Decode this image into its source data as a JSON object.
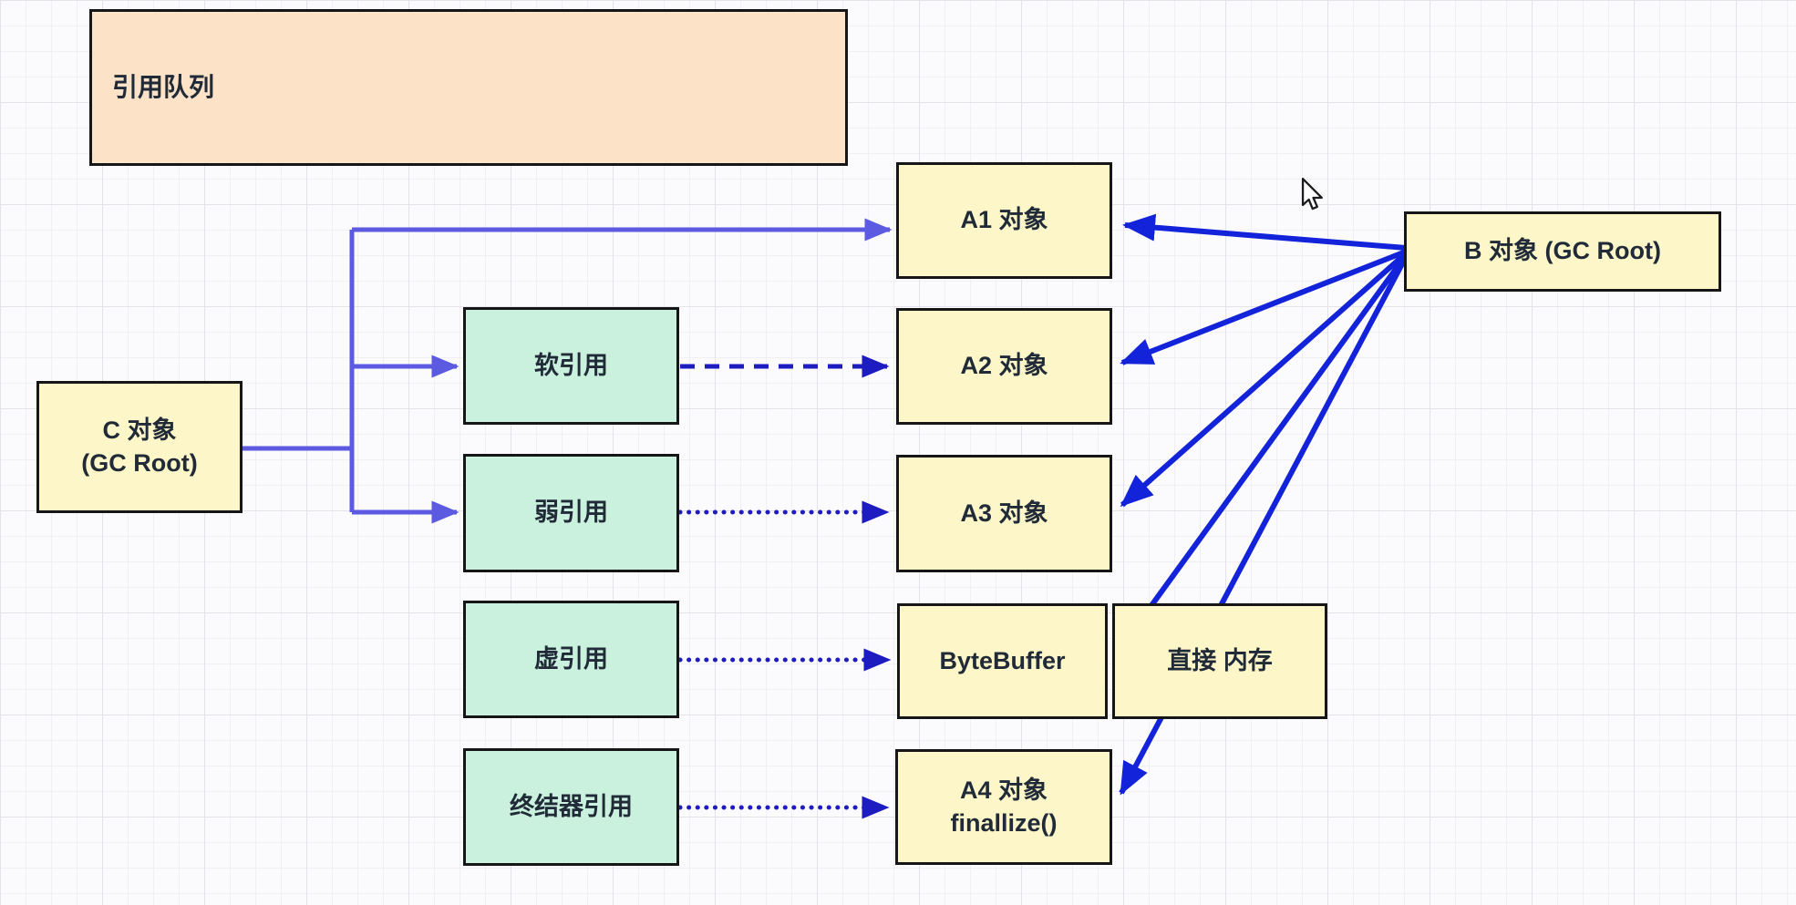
{
  "nodes": {
    "reference_queue": {
      "label": "引用队列"
    },
    "c_object": {
      "label_line1": "C 对象",
      "label_line2": "(GC Root)"
    },
    "soft_reference": {
      "label": "软引用"
    },
    "weak_reference": {
      "label": "弱引用"
    },
    "phantom_reference": {
      "label": "虚引用"
    },
    "finalizer_reference": {
      "label": "终结器引用"
    },
    "a1_object": {
      "label": "A1 对象"
    },
    "a2_object": {
      "label": "A2 对象"
    },
    "a3_object": {
      "label": "A3 对象"
    },
    "bytebuffer": {
      "label": "ByteBuffer"
    },
    "direct_memory": {
      "label": "直接 内存"
    },
    "a4_object": {
      "label_line1": "A4 对象",
      "label_line2": "finallize()"
    },
    "b_object": {
      "label": "B 对象  (GC Root)"
    }
  },
  "edges": [
    {
      "from": "c_object",
      "to": "a1_object",
      "style": "solid",
      "color": "#5b5ae0"
    },
    {
      "from": "c_object",
      "to": "soft_reference",
      "style": "solid",
      "color": "#5b5ae0"
    },
    {
      "from": "c_object",
      "to": "weak_reference",
      "style": "solid",
      "color": "#5b5ae0"
    },
    {
      "from": "soft_reference",
      "to": "a2_object",
      "style": "dashed",
      "color": "#1c1cc0"
    },
    {
      "from": "weak_reference",
      "to": "a3_object",
      "style": "dotted",
      "color": "#1c1cc0"
    },
    {
      "from": "phantom_reference",
      "to": "bytebuffer",
      "style": "dotted",
      "color": "#1c1cc0"
    },
    {
      "from": "finalizer_reference",
      "to": "a4_object",
      "style": "dotted",
      "color": "#1c1cc0"
    },
    {
      "from": "b_object",
      "to": "a1_object",
      "style": "solid",
      "color": "#1323da"
    },
    {
      "from": "b_object",
      "to": "a2_object",
      "style": "solid",
      "color": "#1323da"
    },
    {
      "from": "b_object",
      "to": "a3_object",
      "style": "solid",
      "color": "#1323da"
    },
    {
      "from": "b_object",
      "to": "direct_memory",
      "style": "solid",
      "color": "#1323da"
    },
    {
      "from": "b_object",
      "to": "a4_object",
      "style": "solid",
      "color": "#1323da"
    }
  ],
  "icons": {
    "cursor": "mouse-arrow-pointer"
  },
  "colors": {
    "bg": "#fbfbfd",
    "grid-minor": "#f0f0f4",
    "grid-major": "#e3e3e9",
    "node-border": "#161616",
    "text": "#212b38",
    "peach": "#fce2c6",
    "yellow": "#fcf6c8",
    "green": "#c9f1de",
    "c-line": "#5b5ae0",
    "b-line": "#1323da",
    "ref-line": "#1c1cc0"
  }
}
